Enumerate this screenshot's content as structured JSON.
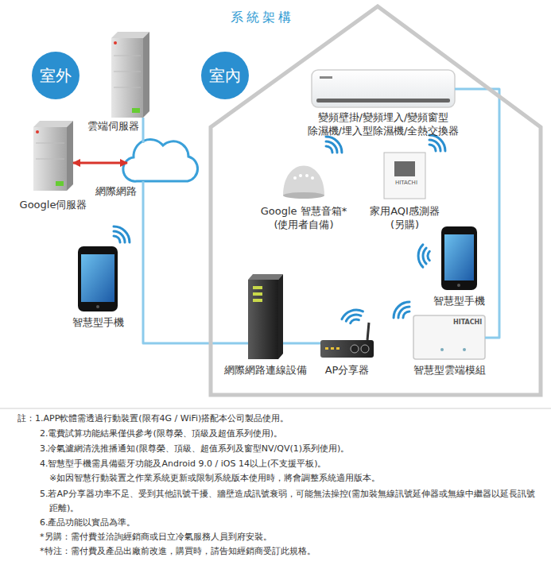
{
  "diagram": {
    "title": "系統架構",
    "nodes": [
      {
        "text": [
          "室外"
        ]
      },
      {
        "text": [
          "雲端伺服器"
        ]
      },
      {
        "text": [
          "Google伺服器"
        ]
      },
      {
        "text": [
          "網際網路"
        ]
      },
      {
        "text": [
          "智慧型手機"
        ]
      },
      {
        "text": [
          "室內"
        ]
      },
      {
        "text": [
          "變頻壁掛/變頻埋入/變頻窗型 除濕機/埋入型除濕機/全熱交換器"
        ],
        "in": 5
      },
      {
        "text": [
          "Google 智慧音箱* (使用者自備)"
        ],
        "in": 5
      },
      {
        "text": [
          "家用AQI感測器 (另購)"
        ],
        "in": 5
      },
      {
        "text": [
          "智慧型手機"
        ],
        "in": 5
      },
      {
        "text": [
          "網際網路連線設備"
        ],
        "in": 5
      },
      {
        "text": [
          "AP分享器"
        ],
        "in": 5
      },
      {
        "text": [
          "智慧型雲端模組"
        ],
        "in": 5
      }
    ],
    "edges": [
      {
        "from": 1,
        "to": 3,
        "arrow": "none"
      },
      {
        "from": 2,
        "to": 3,
        "arrow": "both"
      },
      {
        "from": 3,
        "to": 10,
        "arrow": "none"
      },
      {
        "from": 10,
        "to": 11,
        "arrow": "none"
      },
      {
        "from": 12,
        "to": 6,
        "arrow": "none"
      }
    ],
    "labels": [
      "HITACHI",
      "HITACHI",
      "註：1.APP軟體需透過行動裝置(限有4G / WiFi)搭配本公司製品使用。",
      "2.電費試算功能結果僅供參考(限尊榮、頂級及超值系列使用)。",
      "3.冷氣濾網清洗推播通知(限尊榮、頂級、超值系列及窗型NV/QV(1)系列使用)。",
      "4.智慧型手機需具備藍牙功能及Android 9.0 / iOS 14以上(不支援平板)。",
      "※如因智慧行動裝置之作業系統更新或限制系統版本使用時，將會調整系統適用版本。",
      "5.若AP分享器功率不足、受到其他訊號干擾、牆壁造成訊號衰弱，可能無法操控(需加裝無線訊號延伸器或無線中繼器以延長訊號距離)。",
      "6.產品功能以實品為準。",
      "*另購：需付費並洽詢經銷商或日立冷氣服務人員到府安裝。",
      "*特注：需付費及產品出廠前改進，購買時，請告知經銷商受訂此規格。"
    ]
  }
}
